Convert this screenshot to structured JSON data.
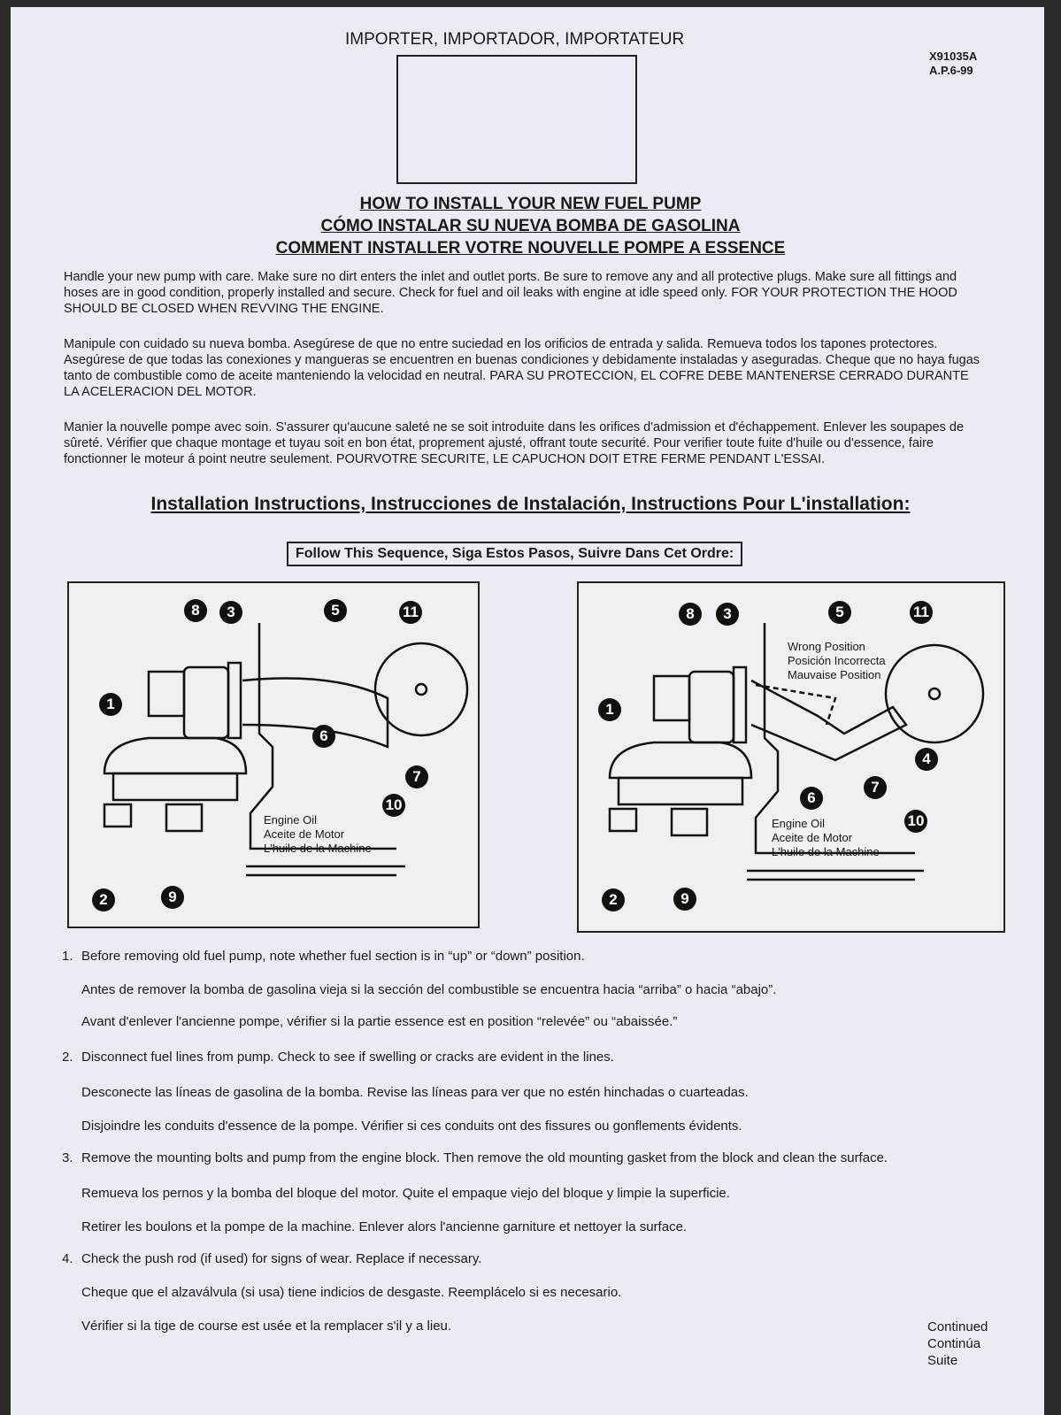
{
  "header": {
    "importer": "IMPORTER, IMPORTADOR, IMPORTATEUR",
    "code": "X91035A",
    "date": "A.P.6-99"
  },
  "titles": [
    "HOW TO INSTALL YOUR NEW FUEL PUMP",
    "CÓMO INSTALAR SU NUEVA BOMBA DE GASOLINA",
    "COMMENT INSTALLER VOTRE NOUVELLE POMPE A ESSENCE"
  ],
  "intro": {
    "en": "Handle your new pump with care. Make sure no dirt enters the inlet and outlet ports. Be sure to remove any and all protective plugs. Make sure all fittings and hoses are in good condition, properly installed and secure. Check for fuel and oil leaks with engine at idle speed only. FOR YOUR PROTECTION THE HOOD SHOULD BE CLOSED WHEN REVVING THE ENGINE.",
    "es": "Manipule con cuidado su nueva bomba. Asegúrese de que no entre suciedad en los orificios de entrada y salida. Remueva todos los tapones protectores. Asegúrese de que todas las conexiones y mangueras se encuentren en buenas condiciones y debidamente instaladas y aseguradas. Cheque que no haya fugas tanto de combustible como de aceite manteniendo la velocidad en neutral. PARA SU PROTECCION, EL COFRE DEBE MANTENERSE CERRADO DURANTE LA ACELERACION DEL MOTOR.",
    "fr": "Manier la nouvelle pompe avec soin. S'assurer qu'aucune saleté ne se soit introduite dans les orifices d'admission et d'échappement. Enlever les soupapes de sûreté. Vérifier que chaque montage et tuyau soit en bon état, proprement ajusté, offrant toute securité. Pour verifier toute fuite d'huile ou d'essence, faire fonctionner le moteur á point neutre seulement. POURVOTRE SECURITE, LE CAPUCHON DOIT ETRE FERME PENDANT L'ESSAI."
  },
  "section_title": "Installation Instructions, Instrucciones de Instalación, Instructions Pour L'installation:",
  "sequence": "Follow This Sequence, Siga Estos Pasos, Suivre Dans Cet Ordre:",
  "diagram_left": {
    "numbers": [
      "8",
      "3",
      "5",
      "11",
      "1",
      "6",
      "7",
      "10",
      "2",
      "9"
    ],
    "oil": [
      "Engine Oil",
      "Aceite de Motor",
      "L'huile de la Machine"
    ]
  },
  "diagram_right": {
    "numbers": [
      "8",
      "3",
      "5",
      "11",
      "1",
      "4",
      "7",
      "6",
      "10",
      "2",
      "9"
    ],
    "oil": [
      "Engine Oil",
      "Aceite de Motor",
      "L'huile de la Machine"
    ],
    "wrong": [
      "Wrong Position",
      "Posición Incorrecta",
      "Mauvaise Position"
    ]
  },
  "steps": [
    {
      "n": "1.",
      "lines": [
        "Before removing old fuel pump, note whether fuel section is in “up” or “down” position.",
        "Antes de remover la bomba de gasolina vieja si la sección del combustible se encuentra hacia “arriba” o hacia “abajo”.",
        "Avant d'enlever l'ancienne pompe, vérifier si la partie essence est en position “relevée” ou “abaissée.”"
      ]
    },
    {
      "n": "2.",
      "lines": [
        "Disconnect fuel lines from pump. Check to see if swelling or cracks are evident in the lines.",
        "Desconecte las líneas de gasolina de la bomba. Revise las líneas para ver que no estén hinchadas o cuarteadas.",
        "Disjoindre les conduits d'essence de la pompe. Vérifier si ces conduits ont des fissures ou gonflements évidents."
      ]
    },
    {
      "n": "3.",
      "lines": [
        "Remove the mounting bolts and pump from the engine block. Then remove the old mounting gasket from the block and clean the surface.",
        "Remueva los pernos y la bomba del bloque del motor. Quite el empaque viejo del bloque y limpie la superficie.",
        "Retirer les boulons et la pompe de la machine. Enlever alors l'ancienne garniture et nettoyer la surface."
      ]
    },
    {
      "n": "4.",
      "lines": [
        "Check the push rod (if used) for signs of wear. Replace if necessary.",
        "Cheque que el alzaválvula (si usa) tiene indicios de desgaste. Reemplácelo si es necesario.",
        "Vérifier si la tige de course est usée et la remplacer s'il y a lieu."
      ]
    }
  ],
  "continued": [
    "Continued",
    "Continúa",
    "Suite"
  ]
}
